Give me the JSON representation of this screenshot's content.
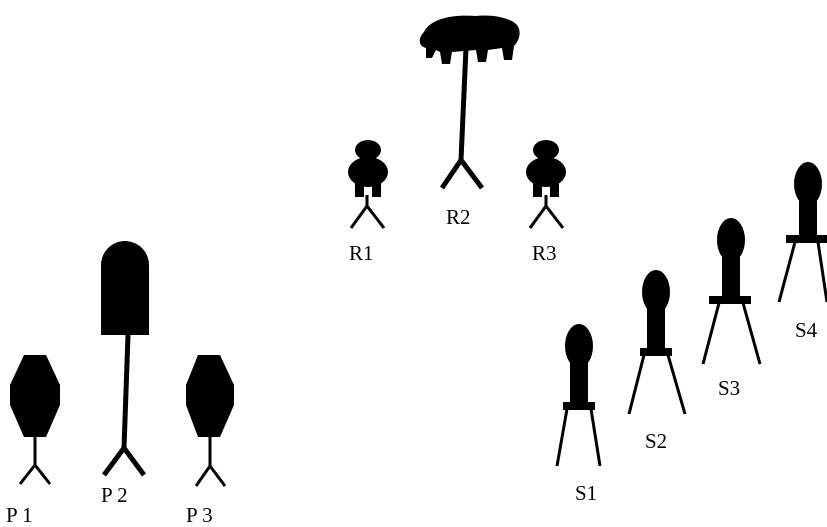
{
  "labels": {
    "p1": "P 1",
    "p2": "P 2",
    "p3": "P 3",
    "r1": "R1",
    "r2": "R2",
    "r3": "R3",
    "s1": "S1",
    "s2": "S2",
    "s3": "S3",
    "s4": "S4"
  },
  "colors": {
    "ink": "#000000",
    "background": "#ffffff"
  }
}
